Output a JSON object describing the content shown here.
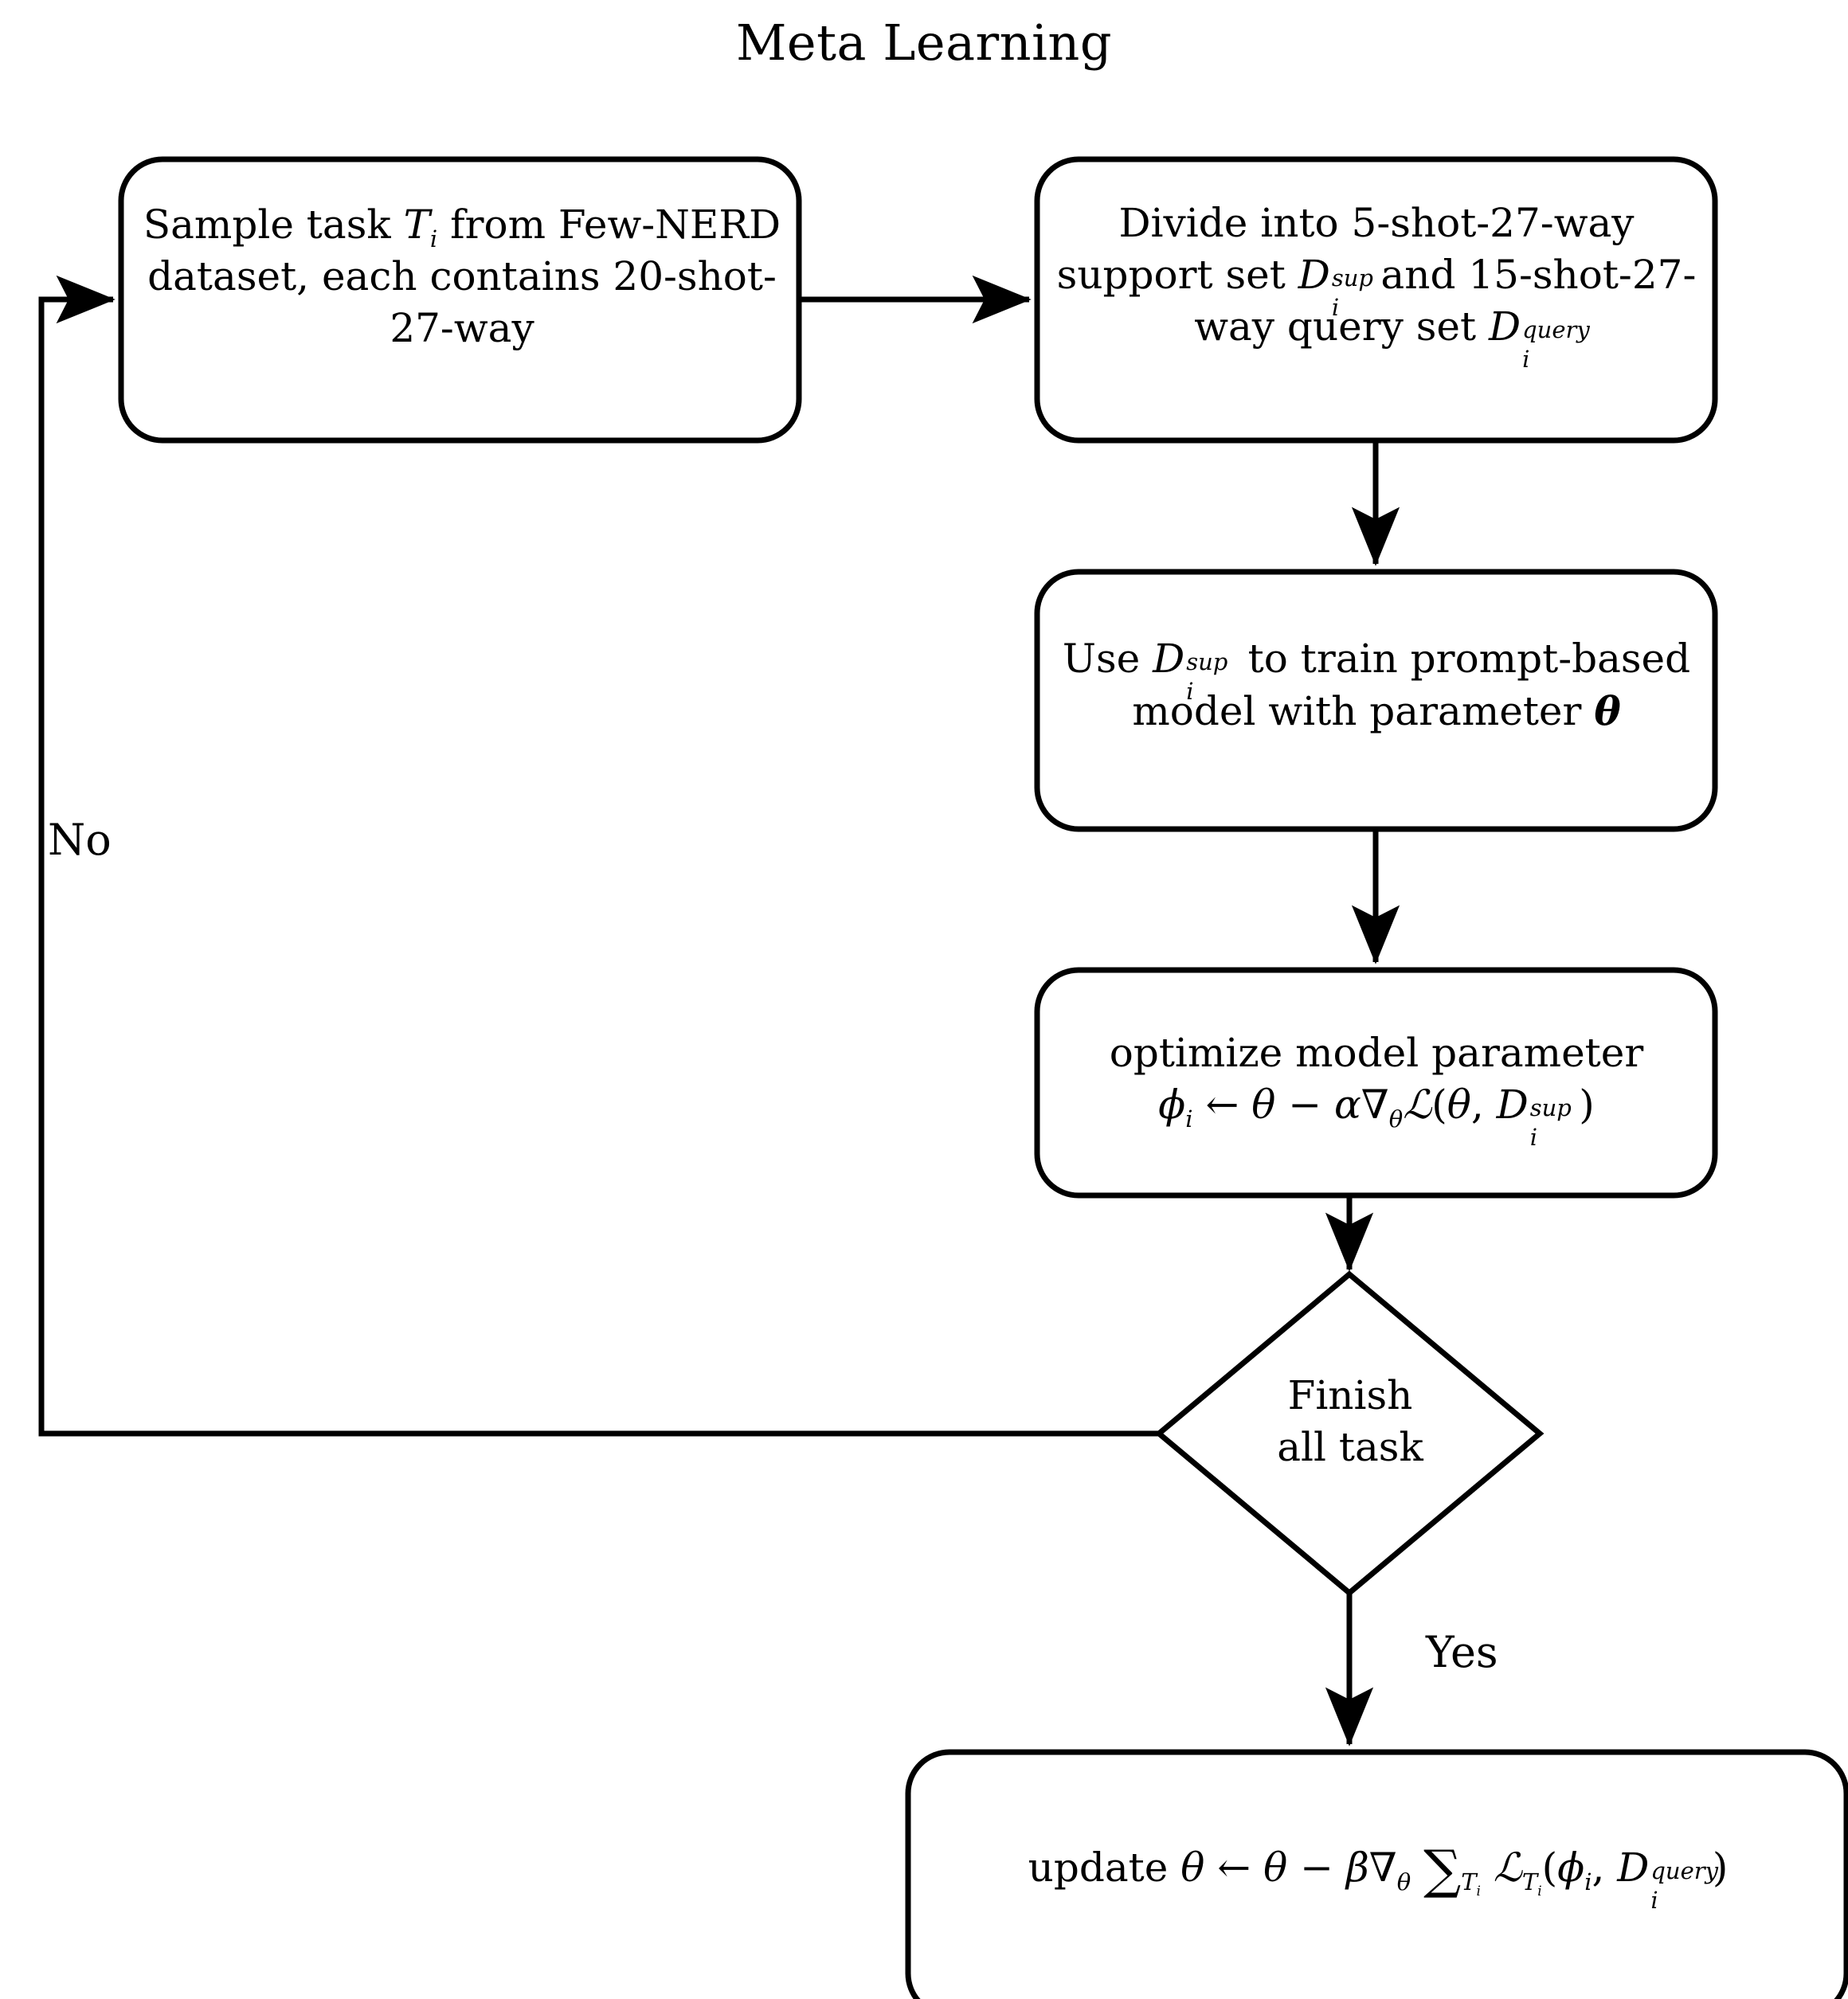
{
  "diagram": {
    "title": "Meta Learning",
    "type": "flowchart",
    "nodes": [
      {
        "id": "sample-task",
        "shape": "rounded-rect",
        "text": "Sample task T_i from Few-NERD dataset, each contains 20-shot-27-way",
        "lines": [
          "Sample task T_i from Few-",
          "NERD dataset, each contains",
          "20-shot-27-way"
        ]
      },
      {
        "id": "divide-sets",
        "shape": "rounded-rect",
        "text": "Divide into 5-shot-27-way support set D_i^sup and 15-shot-27-way query set D_i^query",
        "lines": [
          "Divide into 5-shot-27-way",
          "support set D_i^sup  and 15-shot-",
          "27-way query set D_i^query"
        ]
      },
      {
        "id": "train-model",
        "shape": "rounded-rect",
        "text": "Use D_i^sup to train prompt-based model with parameter theta",
        "lines": [
          "Use D_i^sup to train prompt-based",
          "model with parameter θ"
        ]
      },
      {
        "id": "optimize-parameter",
        "shape": "rounded-rect",
        "text": "optimize model parameter phi_i <- theta - alpha grad_theta L(theta, D_i^sup)",
        "lines": [
          "optimize model parameter",
          "ϕ_i ← θ − α∇_θℒ(θ, D_i^sup)"
        ]
      },
      {
        "id": "finish-all-task",
        "shape": "diamond",
        "text": "Finish all task",
        "lines": [
          "Finish",
          "all task"
        ]
      },
      {
        "id": "update-theta",
        "shape": "rounded-rect",
        "text": "update theta <- theta - beta grad_theta sum_{T_i} L_{T_i}(phi_i, D_i^query)",
        "lines": [
          "update θ ← θ − β∇_θ ∑_{T_i} ℒ_{T_i}(ϕ_i, D_i^query)"
        ]
      }
    ],
    "edges": [
      {
        "from": "sample-task",
        "to": "divide-sets",
        "label": ""
      },
      {
        "from": "divide-sets",
        "to": "train-model",
        "label": ""
      },
      {
        "from": "train-model",
        "to": "optimize-parameter",
        "label": ""
      },
      {
        "from": "optimize-parameter",
        "to": "finish-all-task",
        "label": ""
      },
      {
        "from": "finish-all-task",
        "to": "sample-task",
        "label": "No"
      },
      {
        "from": "finish-all-task",
        "to": "update-theta",
        "label": "Yes"
      }
    ],
    "labels": {
      "no": "No",
      "yes": "Yes"
    },
    "colors": {
      "stroke": "#000000",
      "fill": "#ffffff",
      "text": "#000000"
    }
  }
}
